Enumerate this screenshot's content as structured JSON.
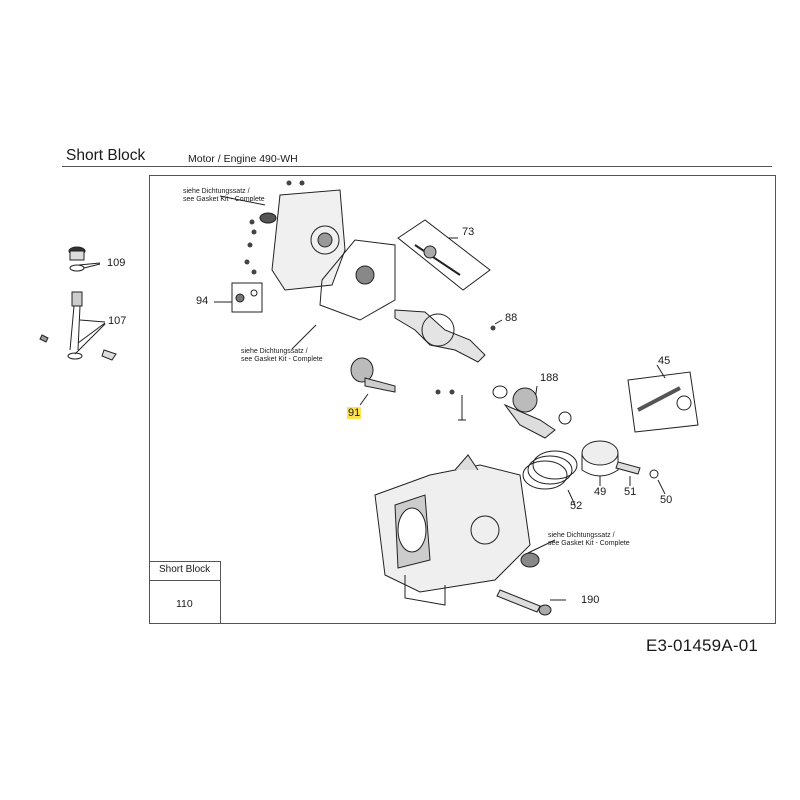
{
  "header": {
    "title": "Short Block",
    "subtitle": "Motor / Engine  490-WH"
  },
  "legend": {
    "title": "Short Block",
    "value": "110"
  },
  "document_id": "E3-01459A-01",
  "notes": {
    "note_left_top": [
      "siehe Dichtungssatz /",
      "see Gasket Kit - Complete"
    ],
    "note_mid": [
      "siehe Dichtungssatz /",
      "see Gasket Kit - Complete"
    ],
    "note_right": [
      "siehe Dichtungssatz /",
      "see Gasket Kit - Complete"
    ]
  },
  "part_numbers": {
    "p109": "109",
    "p107": "107",
    "p94": "94",
    "p73": "73",
    "p88": "88",
    "p91": "91",
    "p188": "188",
    "p45": "45",
    "p52": "52",
    "p49": "49",
    "p51": "51",
    "p50": "50",
    "p190": "190"
  },
  "highlight_color": "#ffe24d"
}
